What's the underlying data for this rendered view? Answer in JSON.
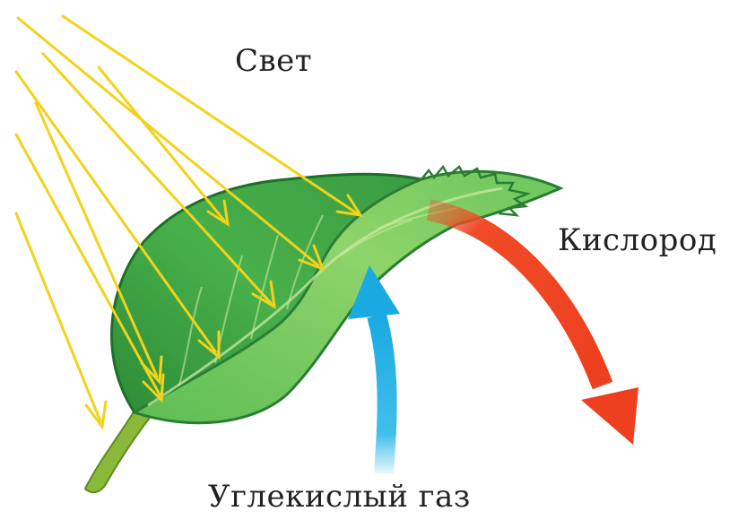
{
  "labels": {
    "light": "Свет",
    "oxygen": "Кислород",
    "carbon_dioxide": "Углекислый газ"
  },
  "colors": {
    "light_rays": "#f2d21b",
    "oxygen_arrow": "#f04a26",
    "co2_arrow": "#1fb3e8",
    "leaf_dark": "#2f8f3a",
    "leaf_mid": "#4cb54c",
    "leaf_light": "#8fd46b",
    "leaf_vein": "#c9eaa0"
  },
  "icons": {
    "leaf": "leaf-icon",
    "light_rays": "sun-ray-arrows",
    "oxygen_arrow": "curved-arrow-down-right",
    "co2_arrow": "curved-arrow-up"
  }
}
